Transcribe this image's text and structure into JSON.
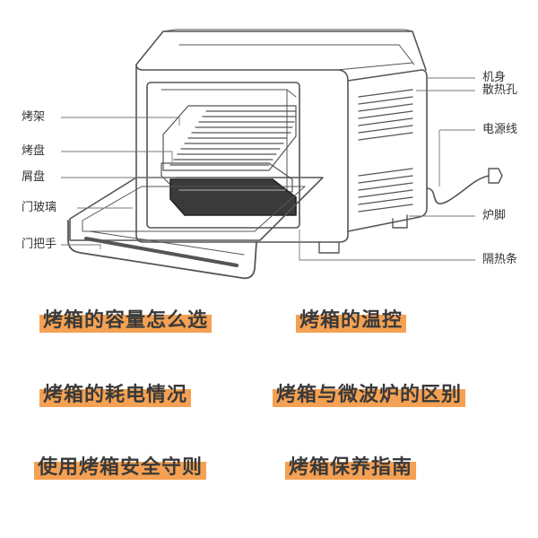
{
  "colors": {
    "line": "#555555",
    "accent": "#f5a153",
    "text": "#333333"
  },
  "labels": {
    "left": [
      "烤架",
      "烤盘",
      "屑盘",
      "门玻璃",
      "门把手"
    ],
    "right": [
      "机身",
      "散热孔",
      "电源线",
      "炉脚",
      "隔热条"
    ]
  },
  "topics": [
    "烤箱的容量怎么选",
    "烤箱的温控",
    "烤箱的耗电情况",
    "烤箱与微波炉的区别",
    "使用烤箱安全守则",
    "烤箱保养指南"
  ]
}
